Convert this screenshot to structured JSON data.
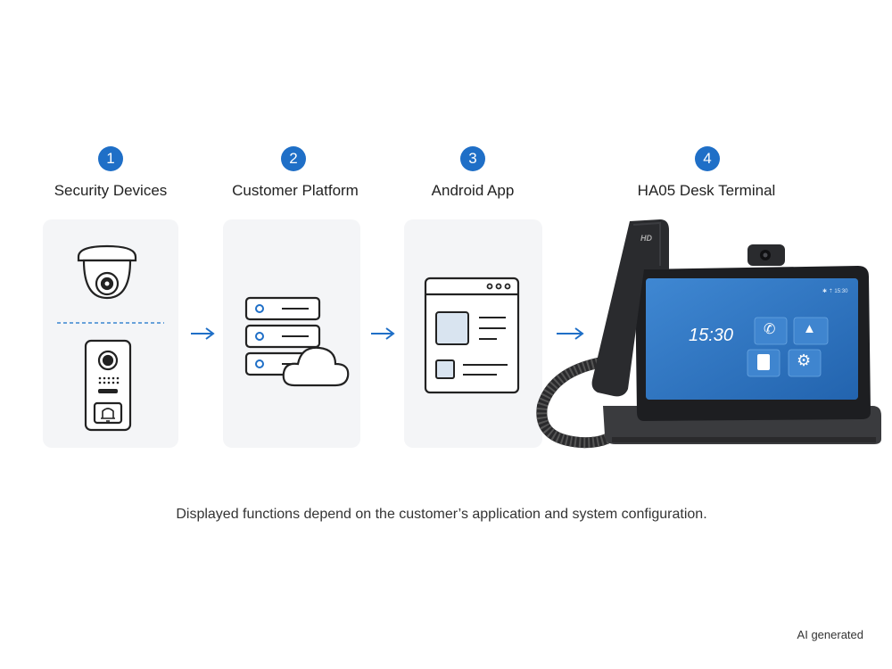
{
  "steps": [
    {
      "number": "1",
      "label": "Security Devices"
    },
    {
      "number": "2",
      "label": "Customer Platform"
    },
    {
      "number": "3",
      "label": "Android App"
    },
    {
      "number": "4",
      "label": "HA05 Desk Terminal"
    }
  ],
  "terminal": {
    "handset_brand": "HD",
    "screen_time": "15:30",
    "screen_status": "✱ ⇡ 15:30"
  },
  "caption": "Displayed functions depend on the customer’s application and system configuration.",
  "badge": "AI generated",
  "colors": {
    "accent": "#1f6fc7",
    "card_bg": "#f4f5f7",
    "screen": "#2f78c4"
  }
}
